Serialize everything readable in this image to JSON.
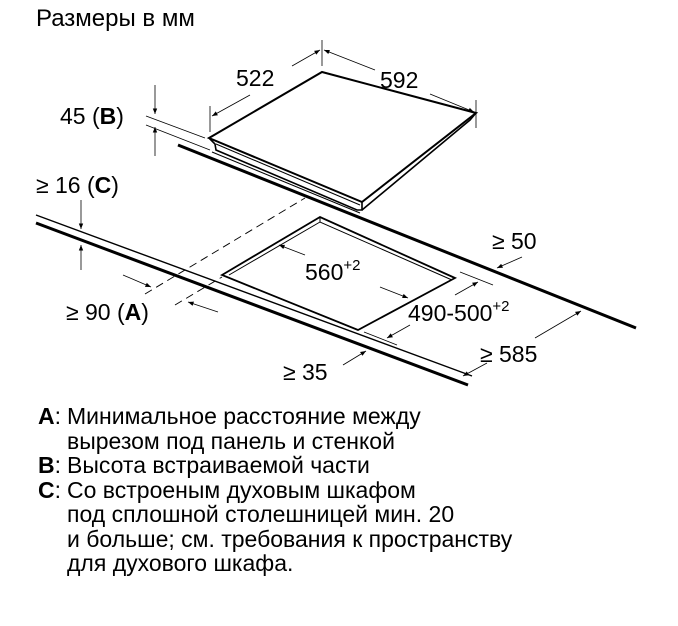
{
  "title": "Размеры в мм",
  "dimensions": {
    "hob_depth": "522",
    "hob_width": "592",
    "built_in_height": "45",
    "built_in_height_key": "B",
    "counter_thickness_prefix": "≥ 16",
    "counter_thickness_key": "C",
    "wall_distance_prefix": "≥ 90",
    "wall_distance_key": "A",
    "cutout_width": "560",
    "cutout_width_tol": "+2",
    "cutout_depth": "490-500",
    "cutout_depth_tol": "+2",
    "back_edge_min": "≥ 50",
    "front_edge_min": "≥ 35",
    "counter_depth_min": "≥ 585"
  },
  "legend": [
    {
      "key": "A",
      "lines": [
        "Минимальное расстояние между",
        "вырезом под панель и стенкой"
      ]
    },
    {
      "key": "B",
      "lines": [
        "Высота встраиваемой части"
      ]
    },
    {
      "key": "C",
      "lines": [
        "Со встроеным духовым шкафом",
        "под сплошной столешницей мин. 20",
        "и больше; см. требования к пространству",
        "для духового шкафа."
      ]
    }
  ],
  "colors": {
    "line": "#000000",
    "background": "#ffffff"
  }
}
